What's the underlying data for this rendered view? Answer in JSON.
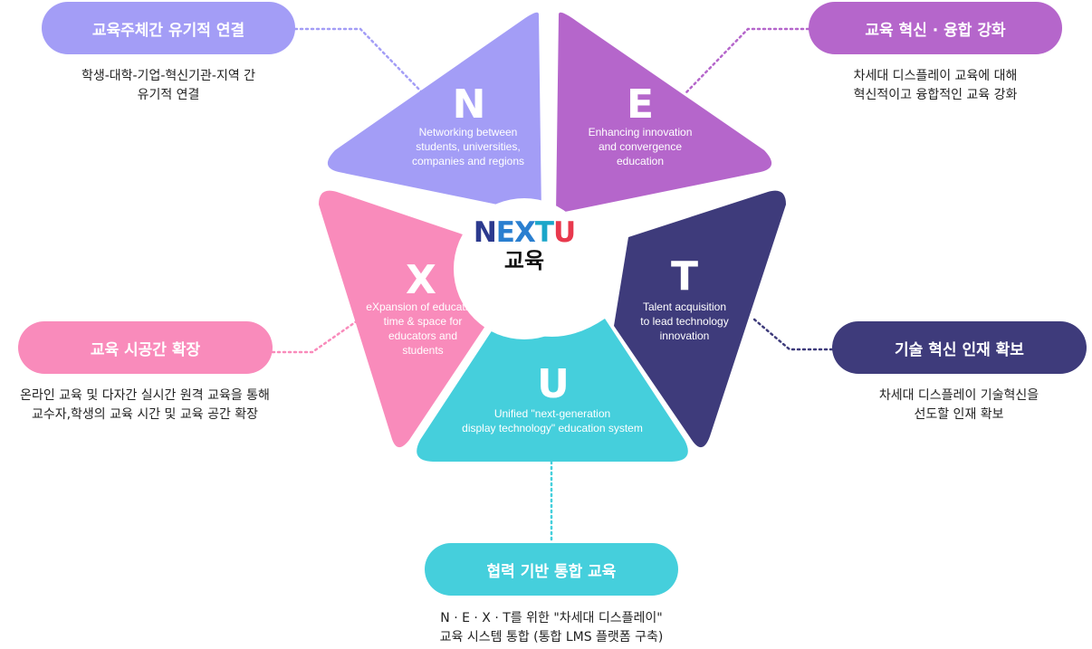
{
  "colors": {
    "n": "#a39df6",
    "e": "#b566cb",
    "x": "#f98bbb",
    "t": "#3e3b7b",
    "u": "#45cfdc",
    "logo_navy": "#2c3a8e",
    "logo_red": "#e8394d"
  },
  "center": {
    "logo_n": "N",
    "logo_ex": "EX",
    "logo_t": "T",
    "logo_u": "U",
    "subtitle": "교육"
  },
  "segments": {
    "n": {
      "letter": "N",
      "desc": [
        "Networking between",
        "students, universities,",
        "companies and regions"
      ]
    },
    "e": {
      "letter": "E",
      "desc": [
        "Enhancing innovation",
        "and convergence",
        "education"
      ]
    },
    "x": {
      "letter": "X",
      "desc": [
        "eXpansion of education",
        "time & space for",
        "educators and",
        "students"
      ]
    },
    "t": {
      "letter": "T",
      "desc": [
        "Talent acquisition",
        "to lead technology",
        "innovation"
      ]
    },
    "u": {
      "letter": "U",
      "desc": [
        "Unified \"next-generation",
        "display technology\" education system"
      ]
    }
  },
  "callouts": {
    "n": {
      "title": "교육주체간 유기적 연결",
      "desc": [
        "학생-대학-기업-혁신기관-지역 간",
        "유기적 연결"
      ]
    },
    "e": {
      "title": "교육 혁신 · 융합 강화",
      "desc": [
        "차세대 디스플레이 교육에 대해",
        "혁신적이고 융합적인 교육 강화"
      ]
    },
    "x": {
      "title": "교육 시공간 확장",
      "desc": [
        "온라인 교육 및 다자간 실시간 원격 교육을 통해",
        "교수자,학생의 교육 시간 및 교육 공간 확장"
      ]
    },
    "t": {
      "title": "기술 혁신 인재 확보",
      "desc": [
        "차세대 디스플레이 기술혁신을",
        "선도할 인재 확보"
      ]
    },
    "u": {
      "title": "협력 기반 통합 교육",
      "desc": [
        "N · E · X · T를 위한 \"차세대 디스플레이\"",
        "교육 시스템 통합 (통합 LMS 플랫폼 구축)"
      ]
    }
  }
}
